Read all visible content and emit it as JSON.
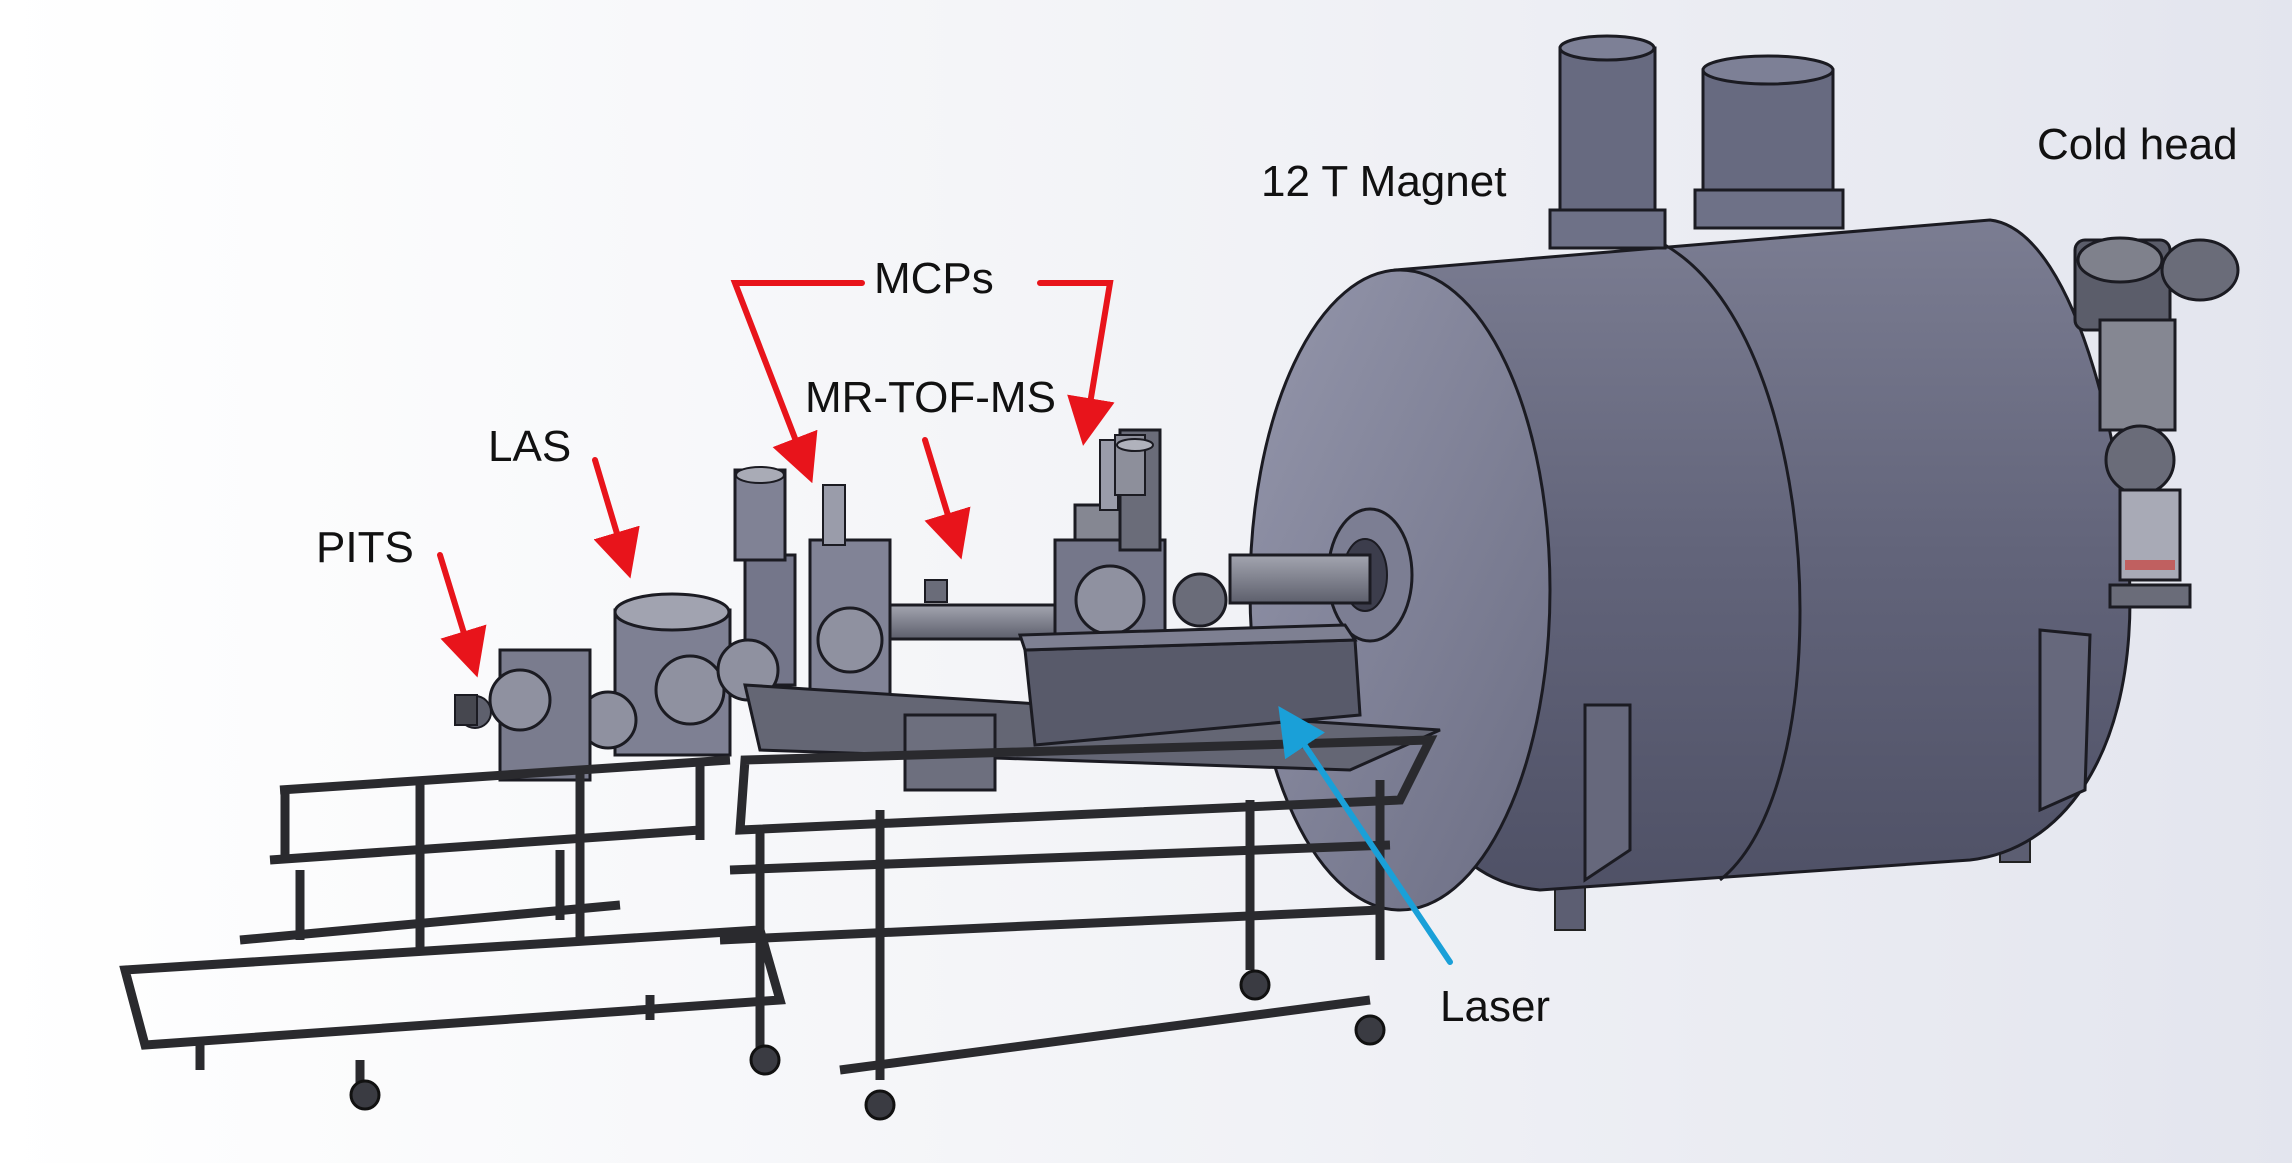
{
  "labels": {
    "magnet": "12 T Magnet",
    "cold_head": "Cold head",
    "mcps": "MCPs",
    "mrtof": "MR-TOF-MS",
    "las": "LAS",
    "pits": "PITS",
    "laser": "Laser"
  },
  "colors": {
    "arrow_red": "#e8141b",
    "arrow_blue": "#1aa0d8",
    "magnet_body": "#6e7085",
    "frame": "#2a2a2e",
    "chamber": "#8a8c98"
  }
}
